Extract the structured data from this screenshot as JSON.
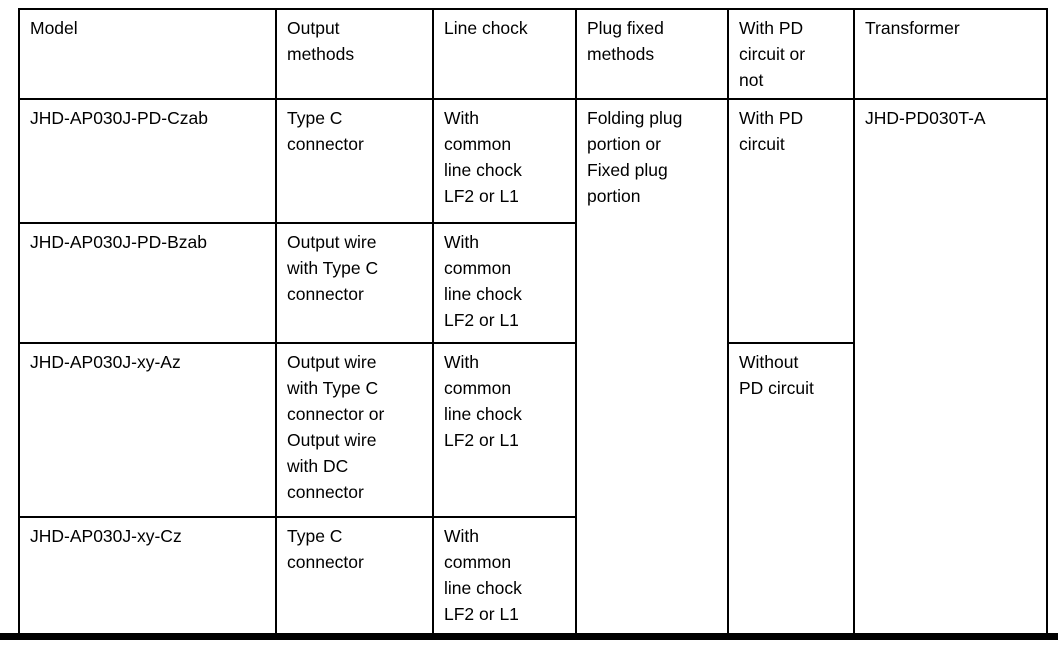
{
  "table": {
    "headers": {
      "model": "Model",
      "output_methods": "Output\nmethods",
      "line_chock": "Line chock",
      "plug_fixed_methods": "Plug fixed\nmethods",
      "pd_circuit": "With PD\ncircuit or\nnot",
      "transformer": "Transformer"
    },
    "rows": [
      {
        "model": "JHD-AP030J-PD-Czab",
        "output": "Type C\nconnector",
        "chock": "With\ncommon\nline chock\nLF2 or L1"
      },
      {
        "model": "JHD-AP030J-PD-Bzab",
        "output": "Output wire\nwith Type C\nconnector",
        "chock": "With\ncommon\nline chock\nLF2 or L1"
      },
      {
        "model": "JHD-AP030J-xy-Az",
        "output": "Output wire\nwith Type C\nconnector or\nOutput wire\nwith DC\nconnector",
        "chock": "With\ncommon\nline chock\nLF2 or L1"
      },
      {
        "model": "JHD-AP030J-xy-Cz",
        "output": "Type C\nconnector",
        "chock": "With\ncommon\nline chock\nLF2 or L1"
      }
    ],
    "merged": {
      "plug_fixed": "Folding plug\nportion or\nFixed plug\nportion",
      "with_pd": "With PD\ncircuit",
      "without_pd": "Without\nPD circuit",
      "transformer_model": "JHD-PD030T-A"
    },
    "colors": {
      "border": "#000000",
      "text": "#000000",
      "background": "#ffffff"
    }
  }
}
